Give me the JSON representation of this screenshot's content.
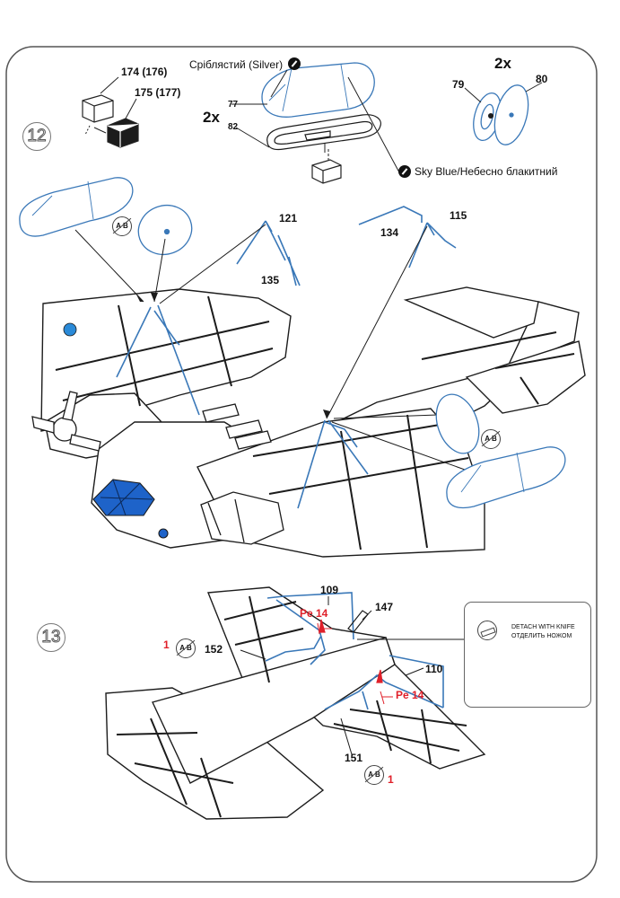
{
  "steps": {
    "step12": "12",
    "step13": "13"
  },
  "paint": {
    "silver": "Сріблястий (Silver)",
    "sky_blue": "Sky Blue/Небесно блакитний"
  },
  "multipliers": {
    "float_pair": "2x",
    "wheel_pair": "2x"
  },
  "part_labels": {
    "p174": "174 (176)",
    "p175": "175 (177)",
    "p77": "77",
    "p82": "82",
    "p79": "79",
    "p80": "80",
    "p121": "121",
    "p135": "135",
    "p134": "134",
    "p115": "115",
    "p109": "109",
    "p147": "147",
    "p152": "152",
    "p110": "110",
    "p151": "151"
  },
  "callouts": {
    "pe14_left": "Pe 14",
    "pe14_right": "Pe 14",
    "qty_left": "1",
    "qty_right": "1"
  },
  "ab_symbol": "A B",
  "inset": {
    "line1": "DETACH WITH KNIFE",
    "line2": "ОТДЕЛИТЬ НОЖОМ"
  },
  "colors": {
    "outline": "#1c1c1c",
    "part_blue": "#3a78b8",
    "accent_red": "#e0202a",
    "canopy_blue": "#1e63c9"
  }
}
